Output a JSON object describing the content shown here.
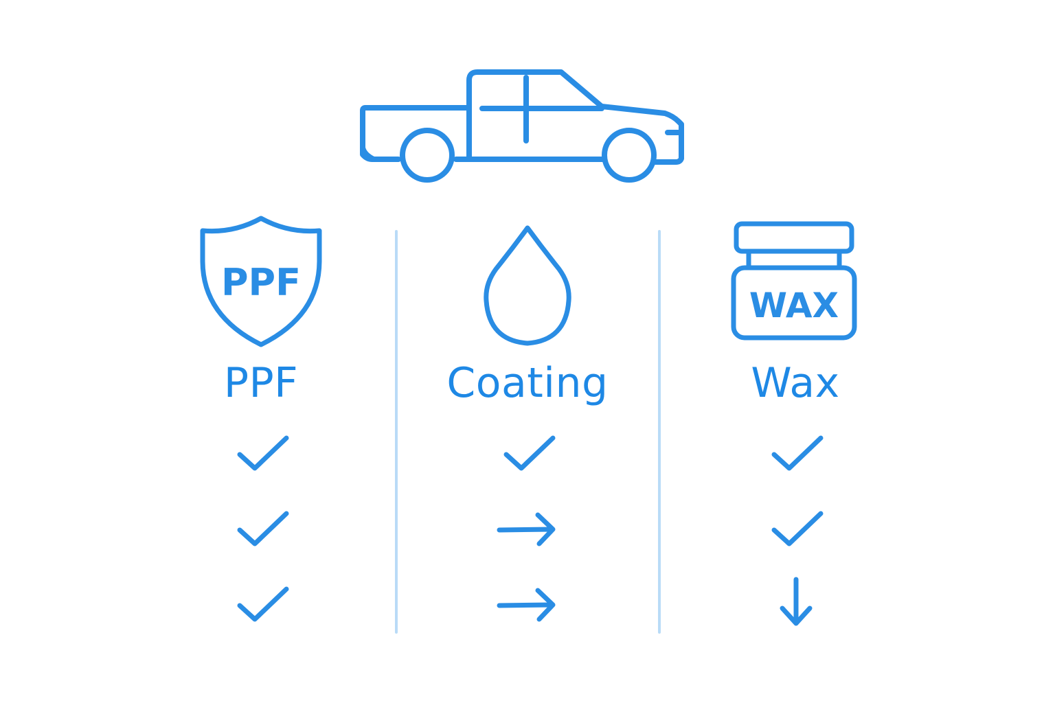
{
  "header": {
    "vehicle_icon": "pickup-truck-icon"
  },
  "columns": [
    {
      "id": "ppf",
      "title": "PPF",
      "icon": "shield-icon",
      "icon_text": "PPF",
      "marks": [
        "check",
        "check",
        "check"
      ]
    },
    {
      "id": "coating",
      "title": "Coating",
      "icon": "water-drop-icon",
      "marks": [
        "check",
        "arrow-right",
        "arrow-right"
      ]
    },
    {
      "id": "wax",
      "title": "Wax",
      "icon": "wax-jar-icon",
      "icon_text": "WAX",
      "marks": [
        "check",
        "check",
        "arrow-down"
      ]
    }
  ],
  "colors": {
    "accent": "#2a8de4",
    "divider": "#b9dbf7",
    "background": "#ffffff"
  }
}
